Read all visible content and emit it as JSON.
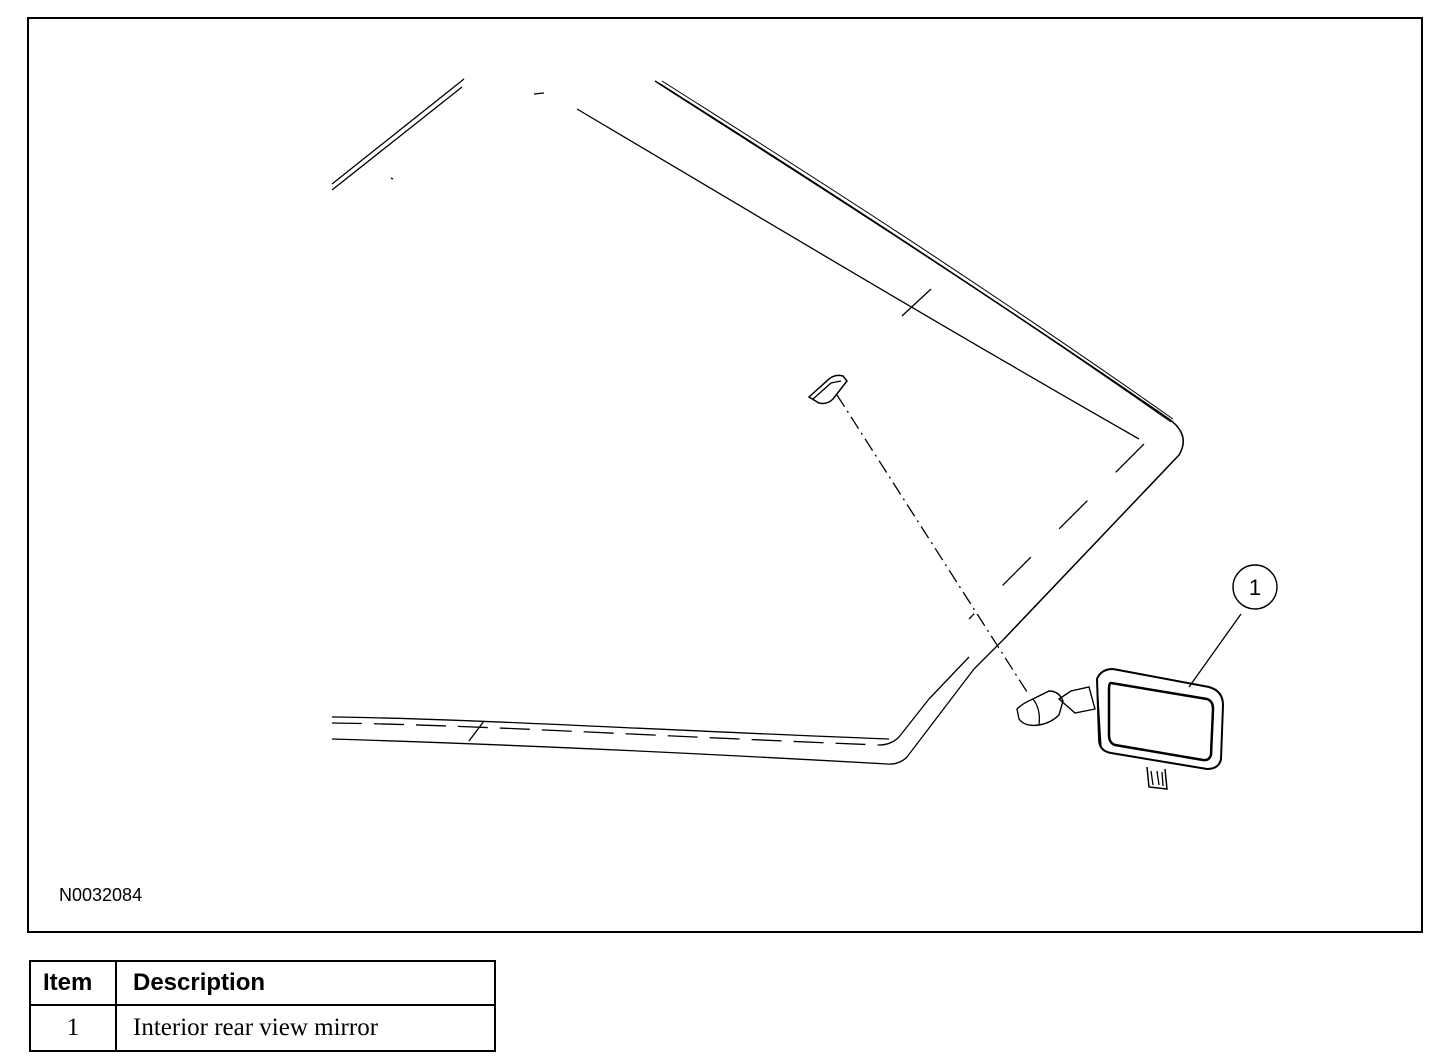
{
  "figure": {
    "id_label": "N0032084",
    "callouts": [
      {
        "number": "1"
      }
    ]
  },
  "legend": {
    "headers": {
      "item": "Item",
      "description": "Description"
    },
    "rows": [
      {
        "item": "1",
        "description": "Interior rear view mirror"
      }
    ]
  }
}
